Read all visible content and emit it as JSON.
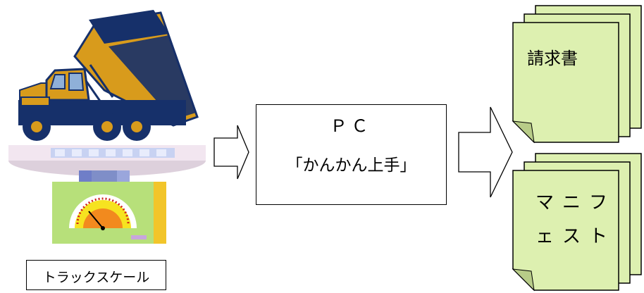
{
  "scale_box": {
    "label": "トラックスケール"
  },
  "pc_box": {
    "line1": "ＰＣ",
    "line2": "「かんかん上手」"
  },
  "doc1": {
    "label": "請求書"
  },
  "doc2": {
    "line1": "マニフ",
    "line2": "ェスト"
  },
  "icons": [
    "dump-truck-icon",
    "scale-icon",
    "arrow-icon",
    "document-stack-icon"
  ],
  "colors": {
    "truck_orange": "#d89b1c",
    "truck_blue": "#16306a",
    "document_fill": "#ddf0b0",
    "scale_panel": "#b7e07a",
    "scale_side": "#f2c52a"
  }
}
